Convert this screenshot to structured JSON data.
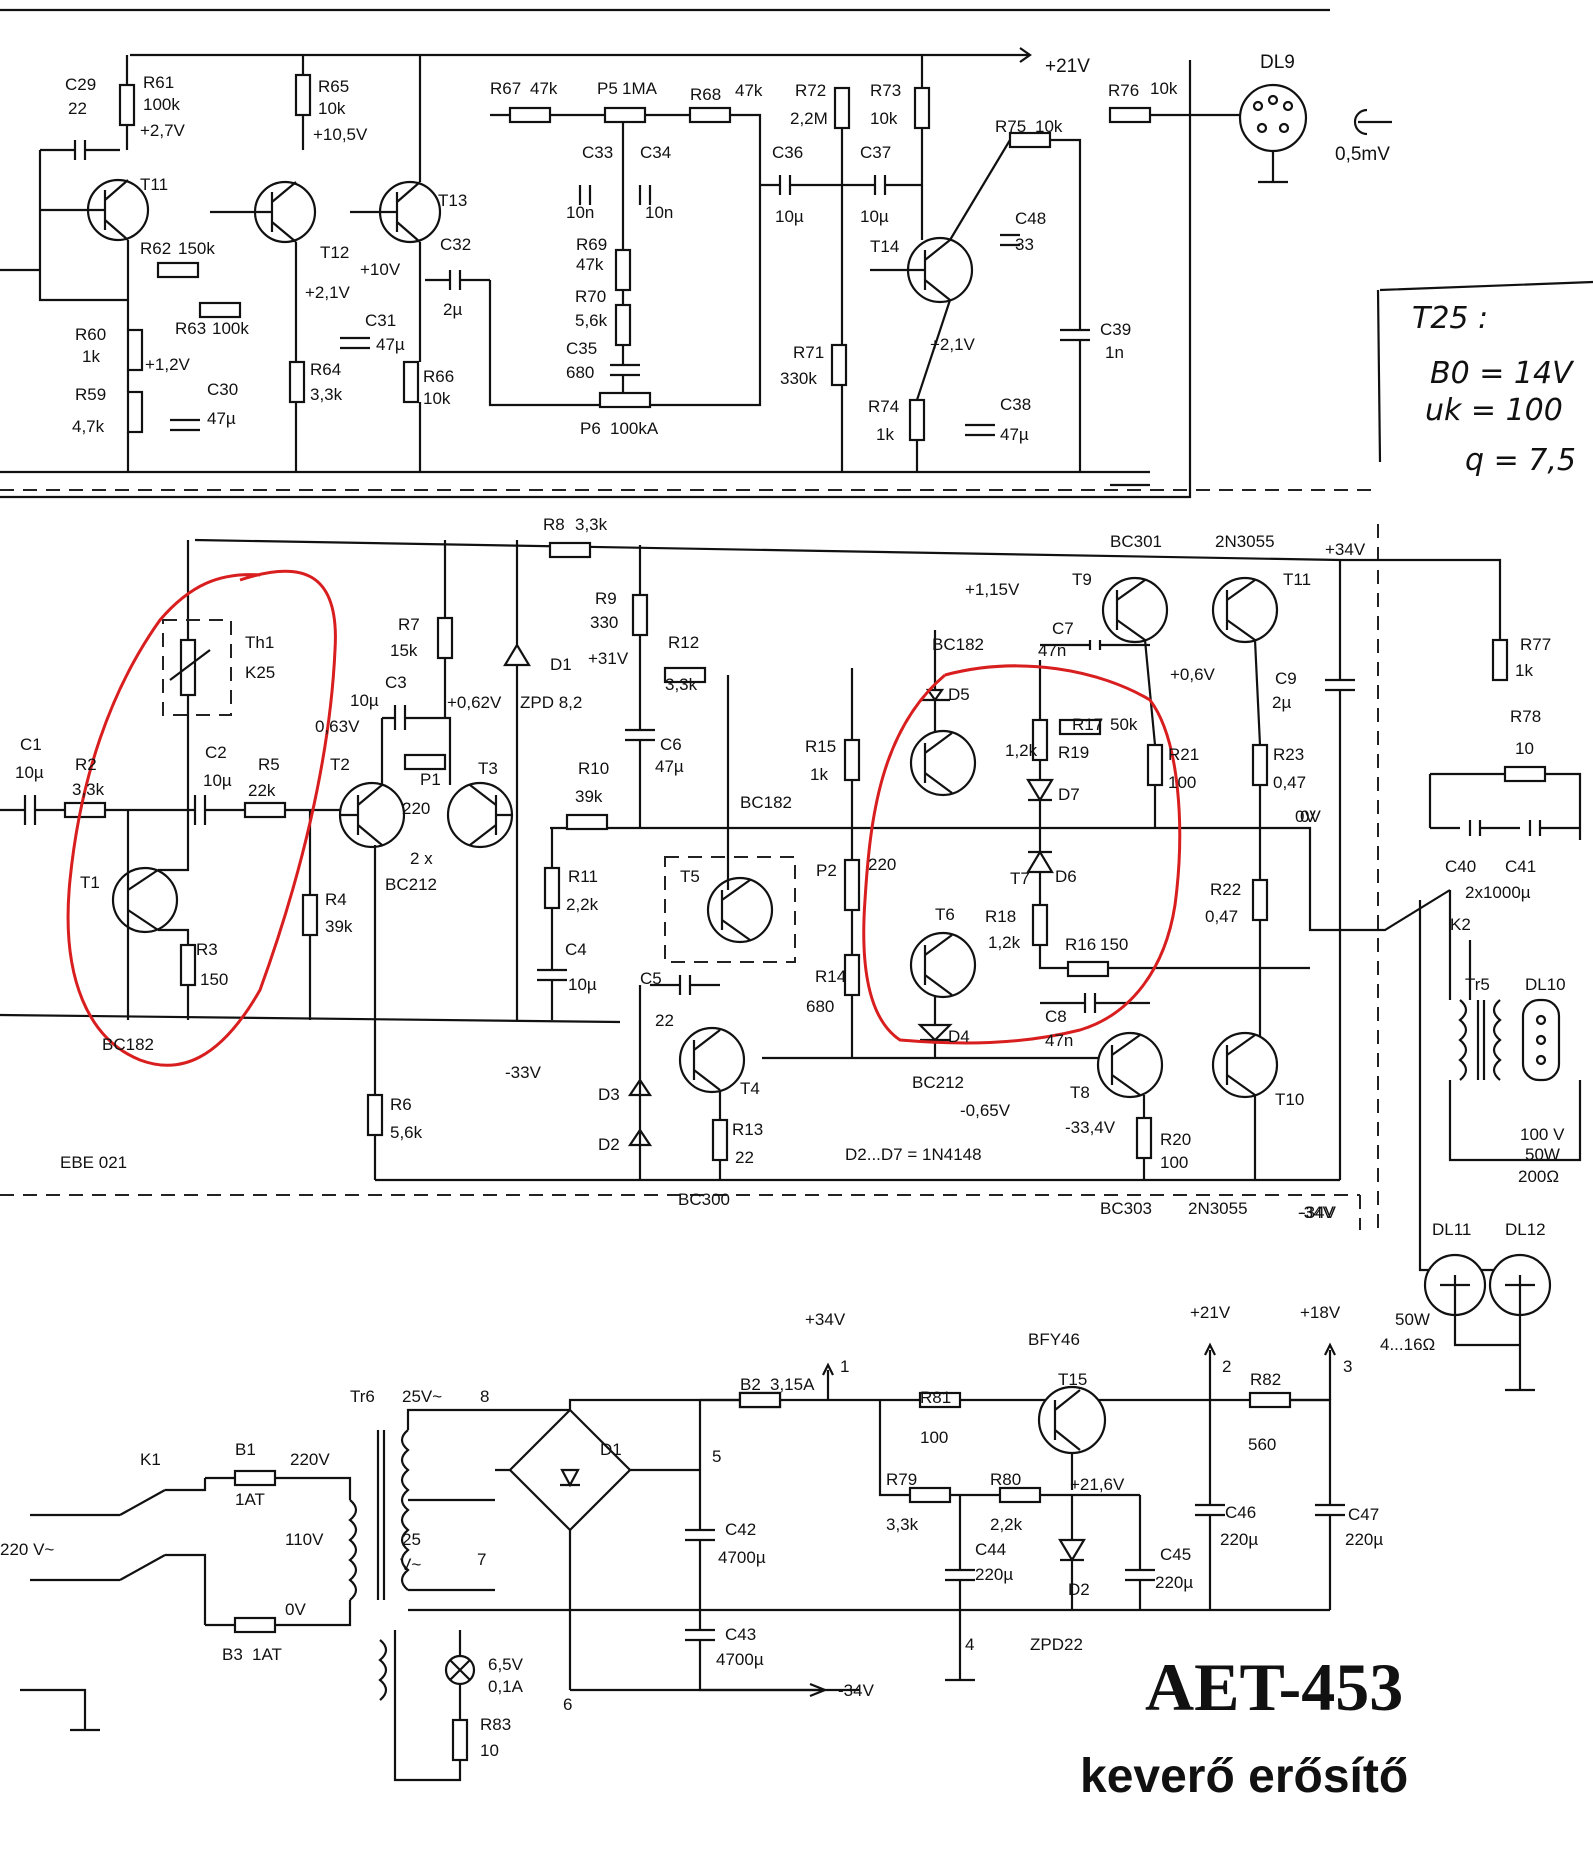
{
  "title": "AET-453",
  "subtitle": "keverő erősítő",
  "board_id": "EBE 021",
  "diode_note": "D2...D7 = 1N4148",
  "preamp": {
    "rails": [
      "+21V"
    ],
    "output_connector": "DL9",
    "output_level": "0,5mV",
    "labels": [
      "C29",
      "22",
      "R61",
      "100k",
      "+2,7V",
      "R65",
      "10k",
      "+10,5V",
      "T11",
      "T12",
      "T13",
      "R62",
      "150k",
      "+10V",
      "C32",
      "2µ",
      "R60",
      "1k",
      "+1,2V",
      "C30",
      "47µ",
      "R59",
      "4,7k",
      "R63",
      "100k",
      "+2,1V",
      "C31",
      "47µ",
      "R64",
      "3,3k",
      "R66",
      "10k",
      "R67",
      "47k",
      "P5",
      "1MA",
      "R68",
      "47k",
      "C33",
      "10n",
      "C34",
      "10n",
      "R69",
      "47k",
      "R70",
      "5,6k",
      "C35",
      "680",
      "P6",
      "100kA",
      "R72",
      "2,2M",
      "R73",
      "10k",
      "C36",
      "10µ",
      "C37",
      "10µ",
      "T14",
      "C48",
      "33",
      "R71",
      "330k",
      "+2,1V",
      "R74",
      "1k",
      "C38",
      "47µ",
      "R76",
      "10k",
      "R75",
      "10k",
      "C39",
      "1n"
    ]
  },
  "handwritten_note": [
    "T25 :",
    "B0 = 14V",
    "uk = 100",
    "q = 7,5"
  ],
  "power_amp": {
    "rails": [
      "+34V",
      "-34V",
      "0V"
    ],
    "labels": [
      "R8",
      "3,3k",
      "BC301",
      "2N3055",
      "+34V",
      "Th1",
      "K25",
      "R7",
      "15k",
      "D1",
      "ZPD 8,2",
      "R9",
      "330",
      "+1,15V",
      "T9",
      "T11",
      "C1",
      "10µ",
      "R2",
      "3,3k",
      "C2",
      "10µ",
      "R5",
      "22k",
      "C3",
      "10µ",
      "+0,62V",
      "0,63V",
      "+31V",
      "R12",
      "3,3k",
      "BC182",
      "C7",
      "47n",
      "+0,6V",
      "C9",
      "2µ",
      "T2",
      "T3",
      "P1",
      "220",
      "C6",
      "47µ",
      "R15",
      "1k",
      "D5",
      "R17",
      "50k",
      "R19",
      "R77",
      "1k",
      "T1",
      "2 x",
      "BC212",
      "R10",
      "39k",
      "BC182",
      "T7",
      "1,2k",
      "R21",
      "100",
      "R23",
      "0,47",
      "R78",
      "10",
      "R3",
      "150",
      "R4",
      "39k",
      "R11",
      "2,2k",
      "T5",
      "P2",
      "220",
      "D7",
      "0V",
      "C40",
      "C41",
      "2x1000µ",
      "BC182",
      "C4",
      "10µ",
      "C5",
      "22",
      "D6",
      "T6",
      "R18",
      "1,2k",
      "R16",
      "150",
      "R22",
      "0,47",
      "K2",
      "R14",
      "680",
      "C8",
      "47n",
      "-33V",
      "T4",
      "D4",
      "BC212",
      "-0,65V",
      "T8",
      "T10",
      "Tr5",
      "DL10",
      "R6",
      "5,6k",
      "D3",
      "D2",
      "R13",
      "22",
      "-33,4V",
      "R20",
      "100",
      "100 V",
      "50W",
      "200Ω",
      "BC300",
      "BC303",
      "2N3055",
      "-34V",
      "DL11",
      "DL12",
      "50W",
      "4...16Ω"
    ]
  },
  "psu": {
    "labels": [
      "+34V",
      "1",
      "+21V",
      "2",
      "+18V",
      "3",
      "BFY46",
      "T15",
      "Tr6",
      "25V~",
      "8",
      "B2",
      "3,15A",
      "R81",
      "100",
      "R82",
      "560",
      "K1",
      "B1",
      "1AT",
      "220V",
      "D1",
      "5",
      "R79",
      "3,3k",
      "R80",
      "2,2k",
      "+21,6V",
      "110V",
      "C42",
      "4700µ",
      "C44",
      "220µ",
      "C45",
      "220µ",
      "C46",
      "220µ",
      "C47",
      "220µ",
      "220 V~",
      "25",
      "V~",
      "7",
      "0V",
      "D2",
      "B3",
      "1AT",
      "C43",
      "4700µ",
      "4",
      "ZPD22",
      "6,5V",
      "0,1A",
      "R83",
      "10",
      "6",
      "-34V"
    ]
  }
}
